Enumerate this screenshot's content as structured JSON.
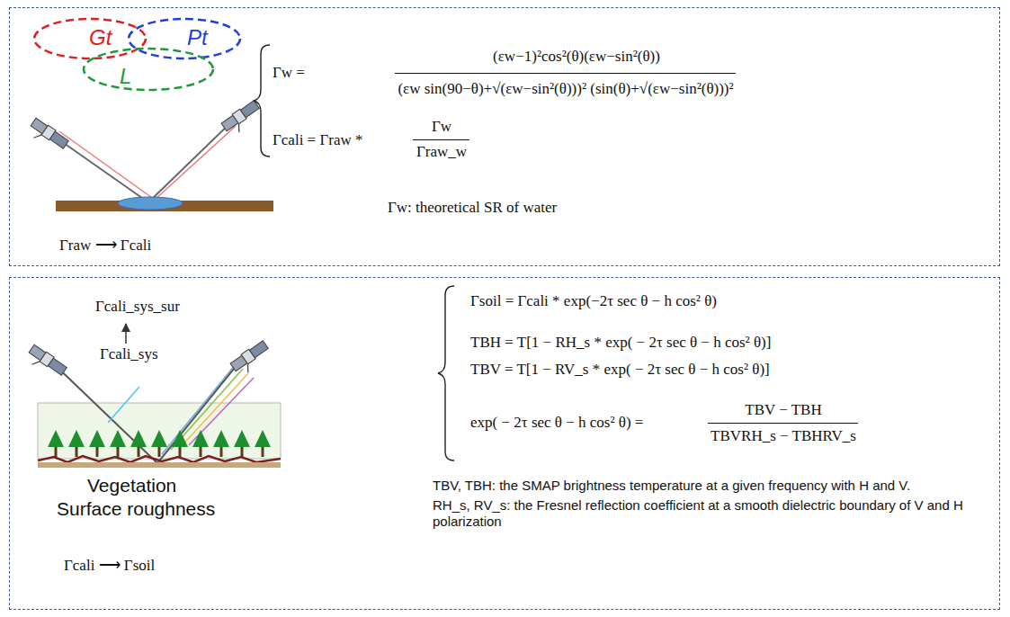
{
  "diagram": {
    "nodes": [
      {
        "text": [
          "Gt",
          "Pt",
          "L",
          "Γraw ⟶ Γcali",
          "Γw =",
          "(εw−1)²cos²(θ)(εw−sin²(θ))",
          "(εw sin(90−θ)+√(εw−sin²(θ)))² (sin(θ)+√(εw−sin²(θ)))²",
          "Γcali = Γraw *",
          "Γw",
          "Γraw_w",
          "Γw: theoretical SR of water"
        ]
      },
      {
        "text": [
          "Γcali_sys_sur",
          "Γcali_sys",
          "Vegetation",
          "Surface roughness",
          "Γcali ⟶ Γsoil",
          "Γsoil = Γcali * exp(−2τ sec θ − h cos² θ)",
          "TBH = T[1 − RH_s * exp( − 2τ sec θ − h cos² θ)]",
          "TBV = T[1 − RV_s * exp( − 2τ sec θ − h cos² θ)]",
          "exp( − 2τ sec θ − h cos² θ) =",
          "TBV − TBH",
          "TBVRH_s − TBHRV_s",
          "TBV, TBH: the SMAP brightness temperature at a given frequency with H and V.",
          "RH_s, RV_s: the Fresnel reflection coefficient at a smooth dielectric boundary of V and H polarization"
        ]
      }
    ]
  }
}
